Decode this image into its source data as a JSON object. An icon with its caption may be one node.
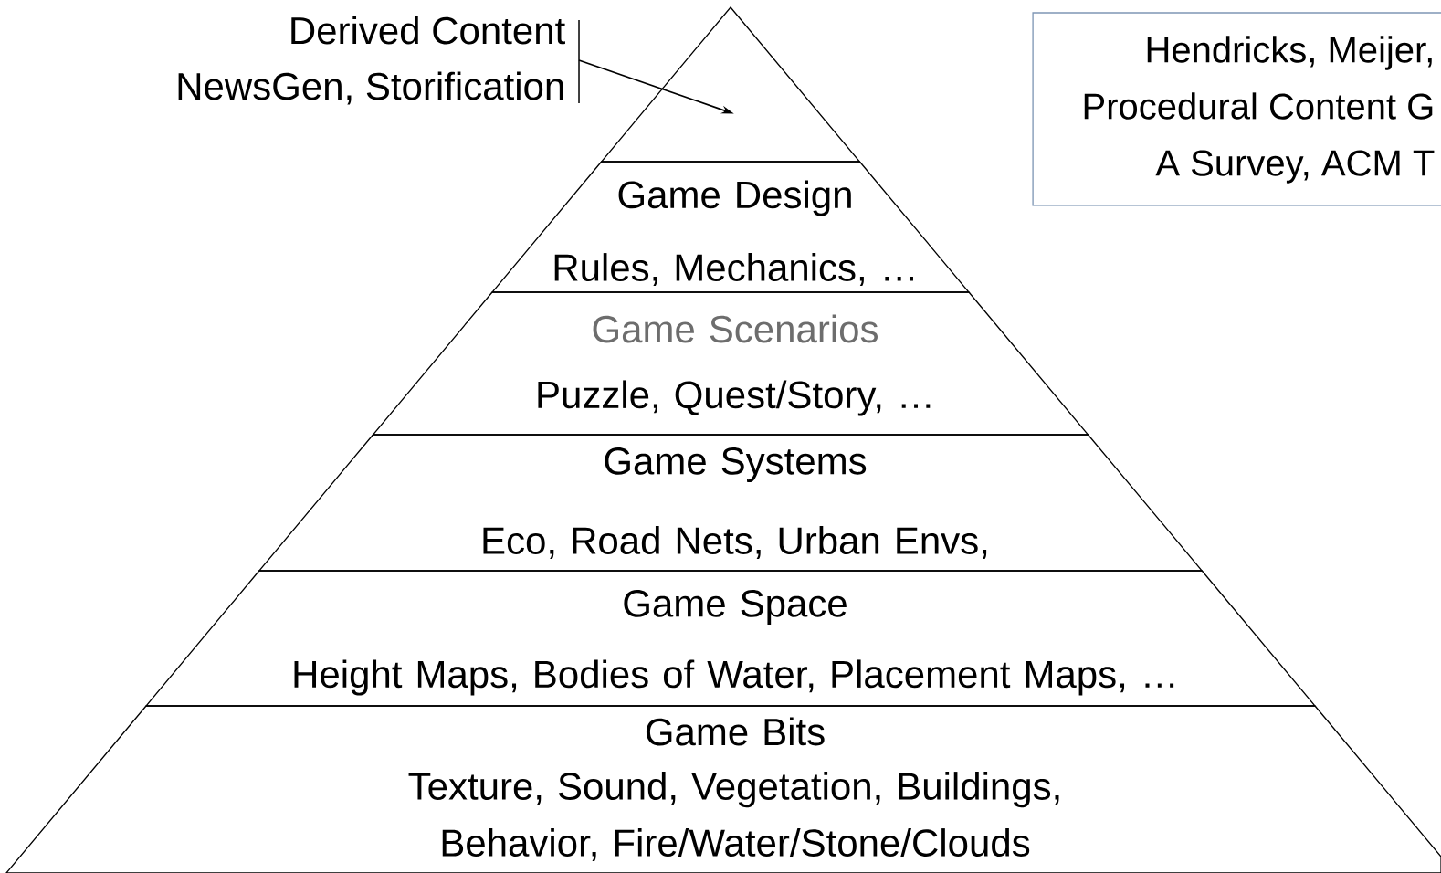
{
  "diagram": {
    "nodes": [
      {
        "text": [
          "Derived Content",
          "NewsGen, Storification"
        ]
      },
      {
        "text": [],
        "shape": "triangle"
      },
      {
        "text": [
          "Game Design",
          "Rules, Mechanics, …"
        ]
      },
      {
        "text": [
          "Game Scenarios",
          "Puzzle, Quest/Story, …"
        ]
      },
      {
        "text": [
          "Game Systems",
          "Eco, Road Nets, Urban Envs,"
        ]
      },
      {
        "text": [
          "Game Space",
          "Height Maps, Bodies of Water, Placement Maps, …"
        ]
      },
      {
        "text": [
          "Game Bits",
          "Texture, Sound, Vegetation, Buildings, Behavior, Fire/Water/Stone/Clouds"
        ]
      },
      {
        "text": [
          "Hendricks, Meijer,",
          "Procedural Content G",
          "A Survey, ACM T"
        ]
      }
    ],
    "edges": [
      {
        "from": 0,
        "to": 1,
        "arrow": "to"
      }
    ]
  }
}
